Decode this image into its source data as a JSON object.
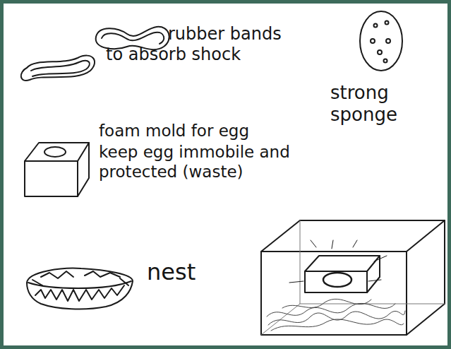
{
  "diagram": {
    "labels": [
      "rubber bands to absorb shock",
      "strong sponge",
      "foam mold for egg",
      "keep egg immobile and protected (waste)",
      "nest"
    ]
  }
}
